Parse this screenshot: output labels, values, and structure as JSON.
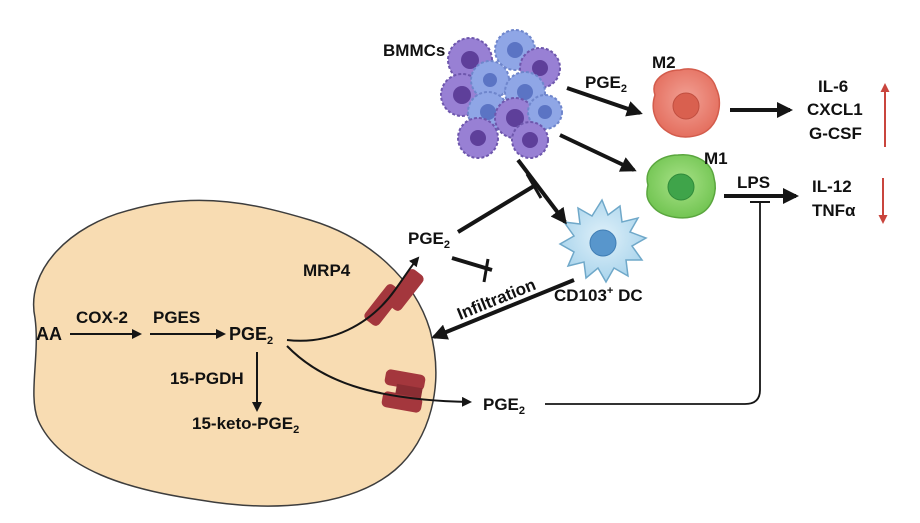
{
  "labels": {
    "bmmcs": "BMMCs",
    "m2": "M2",
    "m1": "M1",
    "pge2_m2": {
      "main": "PGE",
      "sub": "2"
    },
    "il6": "IL-6",
    "cxcl1": "CXCL1",
    "gcsf": "G-CSF",
    "lps": "LPS",
    "il12": "IL-12",
    "tnfa": "TNFα",
    "pge2_mid": {
      "main": "PGE",
      "sub": "2"
    },
    "mrp4": "MRP4",
    "infiltration": "Infiltration",
    "cd103": {
      "main": "CD103",
      "sup": "+",
      "rest": " DC"
    },
    "aa": "AA",
    "cox2": "COX-2",
    "pges": "PGES",
    "pge2_cell": {
      "main": "PGE",
      "sub": "2"
    },
    "pgdh": "15-PGDH",
    "keto": {
      "main": "15-keto-PGE",
      "sub": "2"
    },
    "pge2_out": {
      "main": "PGE",
      "sub": "2"
    }
  },
  "colors": {
    "cell_fill": "#f8dcb2",
    "cell_stroke": "#3d3d3d",
    "transporter": "#a4373d",
    "m2_fill": "#e8796a",
    "m1_fill": "#86d266",
    "dc_fill": "#b9def0",
    "dc_nucleus": "#5896cc",
    "mast_purple": "#8b73c8",
    "mast_blue": "#8fa6e6",
    "up_arrow": "#c9453d",
    "down_arrow": "#c9453d",
    "arrow": "#151515"
  },
  "trends": {
    "m2_cytokines": "up",
    "m1_cytokines": "down"
  }
}
